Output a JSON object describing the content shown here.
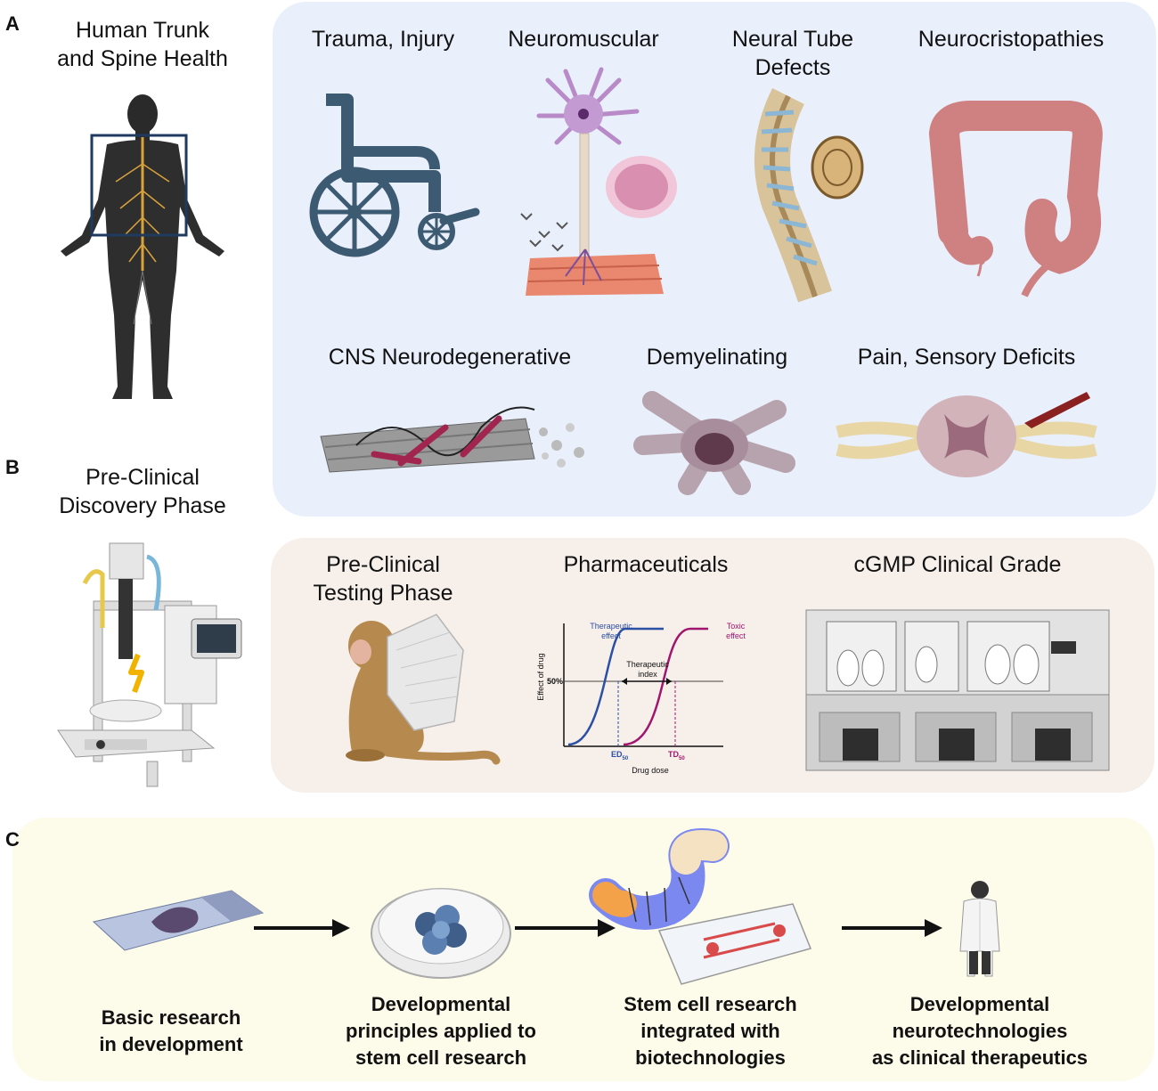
{
  "panels": {
    "a": {
      "letter": "A",
      "side_title_line1": "Human Trunk",
      "side_title_line2": "and Spine Health",
      "categories": [
        {
          "line1": "Trauma, Injury",
          "line2": ""
        },
        {
          "line1": "Neuromuscular",
          "line2": ""
        },
        {
          "line1": "Neural Tube",
          "line2": "Defects"
        },
        {
          "line1": "Neurocristopathies",
          "line2": ""
        },
        {
          "line1": "CNS Neurodegenerative",
          "line2": ""
        },
        {
          "line1": "Demyelinating",
          "line2": ""
        },
        {
          "line1": "Pain, Sensory Deficits",
          "line2": ""
        }
      ]
    },
    "b": {
      "letter": "B",
      "side_title_line1": "Pre-Clinical",
      "side_title_line2": "Discovery Phase",
      "categories": [
        {
          "line1": "Pre-Clinical",
          "line2": "Testing Phase"
        },
        {
          "line1": "Pharmaceuticals",
          "line2": ""
        },
        {
          "line1": "cGMP Clinical Grade",
          "line2": ""
        }
      ],
      "graph": {
        "therapeutic_line1": "Therapeutic",
        "therapeutic_line2": "effect",
        "toxic_line1": "Toxic",
        "toxic_line2": "effect",
        "index_line1": "Therapeutic",
        "index_line2": "index",
        "y_tick": "50%",
        "ylabel": "Effect of drug",
        "xlabel": "Drug dose",
        "ed50": "ED",
        "ed50_sub": "50",
        "td50": "TD",
        "td50_sub": "50"
      }
    },
    "c": {
      "letter": "C",
      "steps": [
        {
          "line1": "Basic research",
          "line2": "in development",
          "line3": ""
        },
        {
          "line1": "Developmental",
          "line2": "principles applied to",
          "line3": "stem cell research"
        },
        {
          "line1": "Stem cell research",
          "line2": "integrated with",
          "line3": "biotechnologies"
        },
        {
          "line1": "Developmental",
          "line2": "neurotechnologies",
          "line3": "as clinical therapeutics"
        }
      ]
    }
  },
  "colors": {
    "panel_a_bg": "#e9effb",
    "panel_b_bg": "#f6efea",
    "panel_c_bg": "#fdfcea",
    "therapeutic_curve": "#2b4fa3",
    "toxic_curve": "#a0166e",
    "wheelchair": "#3d5a73"
  }
}
